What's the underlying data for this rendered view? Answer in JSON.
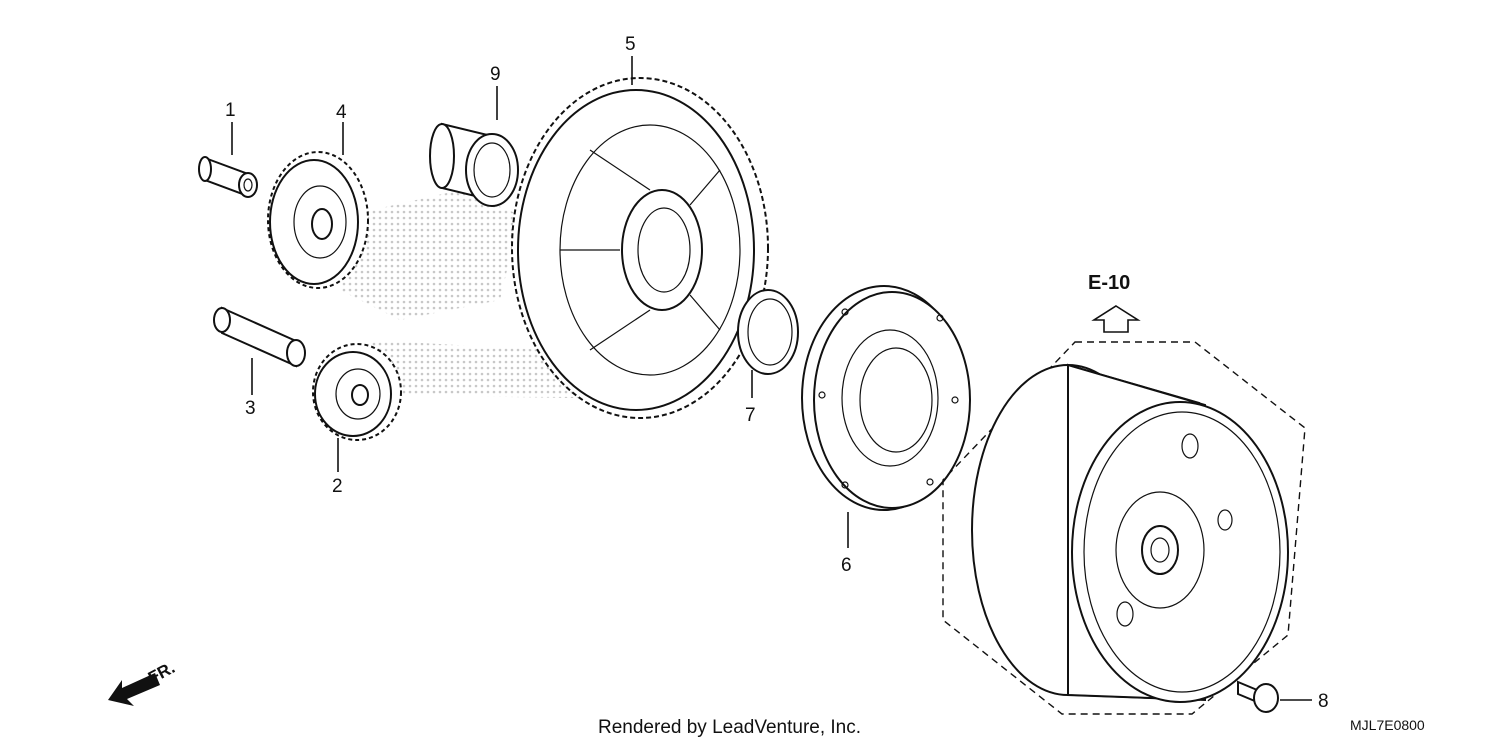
{
  "diagram": {
    "callouts": [
      {
        "id": "1",
        "label": "1"
      },
      {
        "id": "2",
        "label": "2"
      },
      {
        "id": "3",
        "label": "3"
      },
      {
        "id": "4",
        "label": "4"
      },
      {
        "id": "5",
        "label": "5"
      },
      {
        "id": "6",
        "label": "6"
      },
      {
        "id": "7",
        "label": "7"
      },
      {
        "id": "8",
        "label": "8"
      },
      {
        "id": "9",
        "label": "9"
      }
    ],
    "reference": "E-10",
    "direction_label": "FR.",
    "credit": "Rendered by LeadVenture, Inc.",
    "drawing_code": "MJL7E0800",
    "colors": {
      "line": "#111111",
      "watermark": "#c8c8c8",
      "background": "#ffffff"
    }
  }
}
